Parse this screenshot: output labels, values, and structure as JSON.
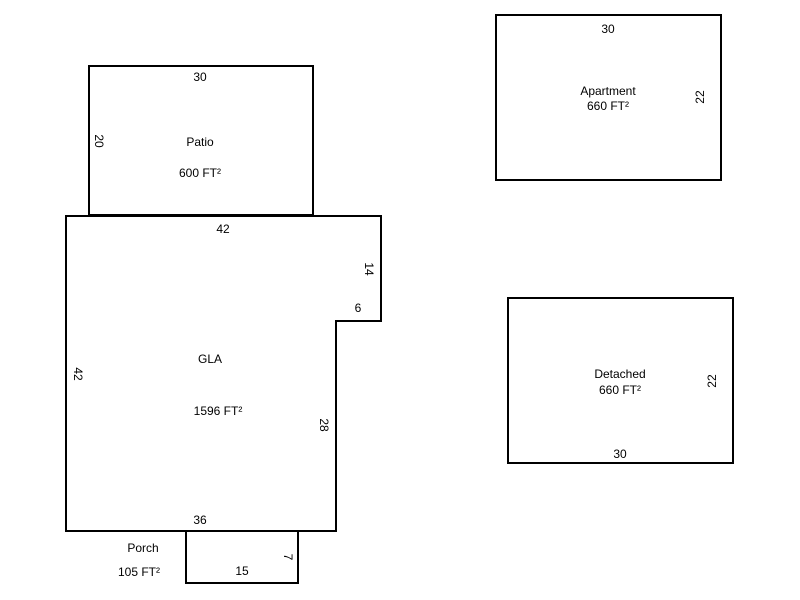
{
  "rooms": {
    "patio": {
      "name": "Patio",
      "area": "600 FT²",
      "dims": {
        "top": "30",
        "left": "20"
      }
    },
    "gla": {
      "name": "GLA",
      "area": "1596 FT²",
      "dims": {
        "top": "42",
        "left": "42",
        "right_upper": "14",
        "step": "6",
        "right_lower": "28",
        "bottom": "36"
      }
    },
    "porch": {
      "name": "Porch",
      "area": "105 FT²",
      "dims": {
        "bottom": "15",
        "right": "7"
      }
    },
    "apartment": {
      "name": "Apartment",
      "area": "660 FT²",
      "dims": {
        "top": "30",
        "right": "22"
      }
    },
    "detached": {
      "name": "Detached",
      "area": "660 FT²",
      "dims": {
        "bottom": "30",
        "right": "22"
      }
    }
  }
}
